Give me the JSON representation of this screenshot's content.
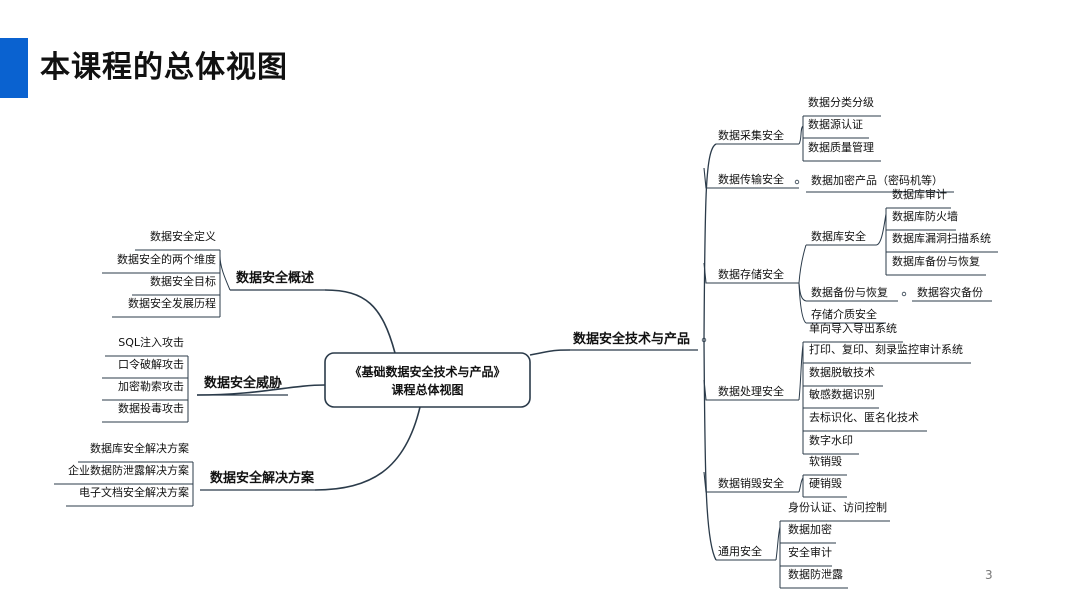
{
  "title": "本课程的总体视图",
  "page_number": "3",
  "colors": {
    "accent": "#0a62d0",
    "line": "#2b3b4a",
    "text": "#111111",
    "page_number": "#777777"
  },
  "center": {
    "line1": "《基础数据安全技术与产品》",
    "line2": "课程总体视图"
  },
  "branches": {
    "overview": {
      "label": "数据安全概述",
      "items": [
        "数据安全定义",
        "数据安全的两个维度",
        "数据安全目标",
        "数据安全发展历程"
      ]
    },
    "threats": {
      "label": "数据安全威胁",
      "items": [
        "SQL注入攻击",
        "口令破解攻击",
        "加密勒索攻击",
        "数据投毒攻击"
      ]
    },
    "solutions": {
      "label": "数据安全解决方案",
      "items": [
        "数据库安全解决方案",
        "企业数据防泄露解决方案",
        "电子文档安全解决方案"
      ]
    },
    "tech": {
      "label": "数据安全技术与产品",
      "collect": {
        "label": "数据采集安全",
        "items": [
          "数据分类分级",
          "数据源认证",
          "数据质量管理"
        ]
      },
      "transfer": {
        "label": "数据传输安全",
        "items": [
          "数据加密产品（密码机等）"
        ]
      },
      "storage": {
        "label": "数据存储安全",
        "db": {
          "label": "数据库安全",
          "items": [
            "数据库审计",
            "数据库防火墙",
            "数据库漏洞扫描系统",
            "数据库备份与恢复"
          ]
        },
        "backup": {
          "label": "数据备份与恢复",
          "items": [
            "数据容灾备份"
          ]
        },
        "media": "存储介质安全"
      },
      "process": {
        "label": "数据处理安全",
        "items": [
          "单向导入导出系统",
          "打印、复印、刻录监控审计系统",
          "数据脱敏技术",
          "敏感数据识别",
          "去标识化、匿名化技术",
          "数字水印"
        ]
      },
      "destroy": {
        "label": "数据销毁安全",
        "items": [
          "软销毁",
          "硬销毁"
        ]
      },
      "general": {
        "label": "通用安全",
        "items": [
          "身份认证、访问控制",
          "数据加密",
          "安全审计",
          "数据防泄露"
        ]
      }
    }
  }
}
